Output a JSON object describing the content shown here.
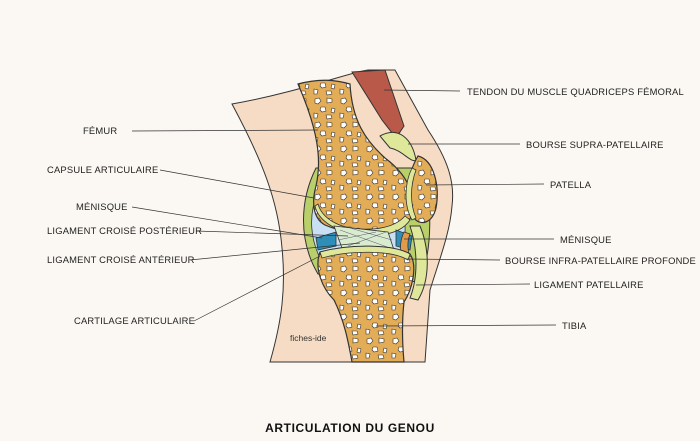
{
  "title": "ARTICULATION DU GENOU",
  "signature": "fiches-ide",
  "labels": {
    "left": [
      "FÉMUR",
      "CAPSULE ARTICULAIRE",
      "MÉNISQUE",
      "LIGAMENT CROISÉ POSTÉRIEUR",
      "LIGAMENT CROISÉ ANTÉRIEUR",
      "CARTILAGE ARTICULAIRE"
    ],
    "right": [
      "TENDON DU MUSCLE QUADRICEPS FÉMORAL",
      "BOURSE SUPRA-PATELLAIRE",
      "PATELLA",
      "MÉNISQUE",
      "BOURSE INFRA-PATELLAIRE PROFONDE",
      "LIGAMENT PATELLAIRE",
      "TIBIA"
    ]
  },
  "colors": {
    "background": "#fbf8f3",
    "skin": "#f6dcc4",
    "bone": "#e5b05a",
    "muscle": "#b8594a",
    "cartilage": "#dfe89a",
    "synovial": "#c9e0f4",
    "capsule": "#b8cf6a"
  }
}
